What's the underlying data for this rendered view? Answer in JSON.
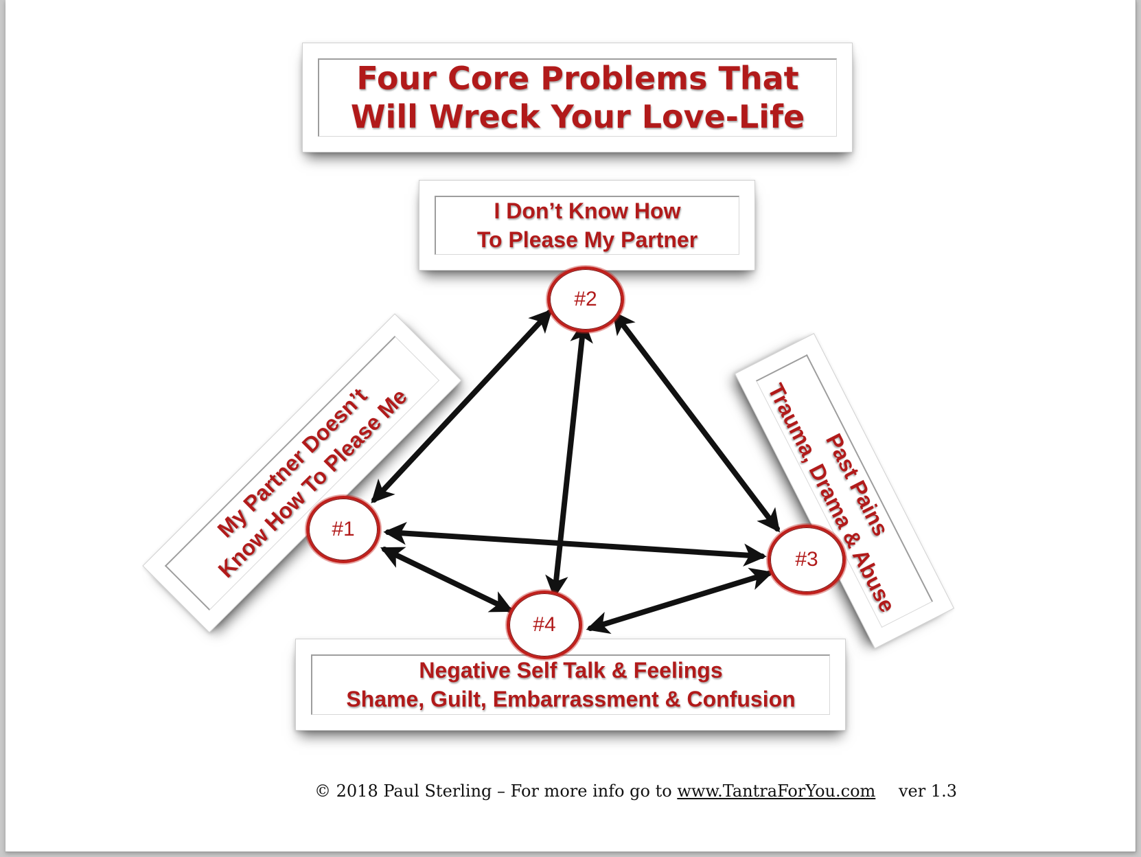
{
  "title": {
    "line1": "Four Core Problems That",
    "line2": "Will Wreck Your Love-Life"
  },
  "problems": {
    "p1": {
      "node_label": "#1",
      "line1": "My Partner Doesn’t",
      "line2": "Know How To Please Me"
    },
    "p2": {
      "node_label": "#2",
      "line1": "I Don’t Know How",
      "line2": "To Please My Partner"
    },
    "p3": {
      "node_label": "#3",
      "line1": "Past Pains",
      "line2": "Trauma, Drama & Abuse"
    },
    "p4": {
      "node_label": "#4",
      "line1": "Negative Self Talk & Feelings",
      "line2": "Shame, Guilt, Embarrassment & Confusion"
    }
  },
  "connections": [
    {
      "from": "#1",
      "to": "#2",
      "type": "bidirectional"
    },
    {
      "from": "#2",
      "to": "#3",
      "type": "bidirectional"
    },
    {
      "from": "#2",
      "to": "#4",
      "type": "bidirectional"
    },
    {
      "from": "#1",
      "to": "#3",
      "type": "bidirectional"
    },
    {
      "from": "#1",
      "to": "#4",
      "type": "bidirectional"
    },
    {
      "from": "#3",
      "to": "#4",
      "type": "bidirectional"
    }
  ],
  "footer": {
    "copyright": "© 2018 Paul Sterling – For more info go to",
    "link_text": "www.TantraForYou.com",
    "version": "ver 1.3"
  },
  "colors": {
    "accent_red": "#b11a1a",
    "arrow": "#111111",
    "background": "#ffffff"
  }
}
